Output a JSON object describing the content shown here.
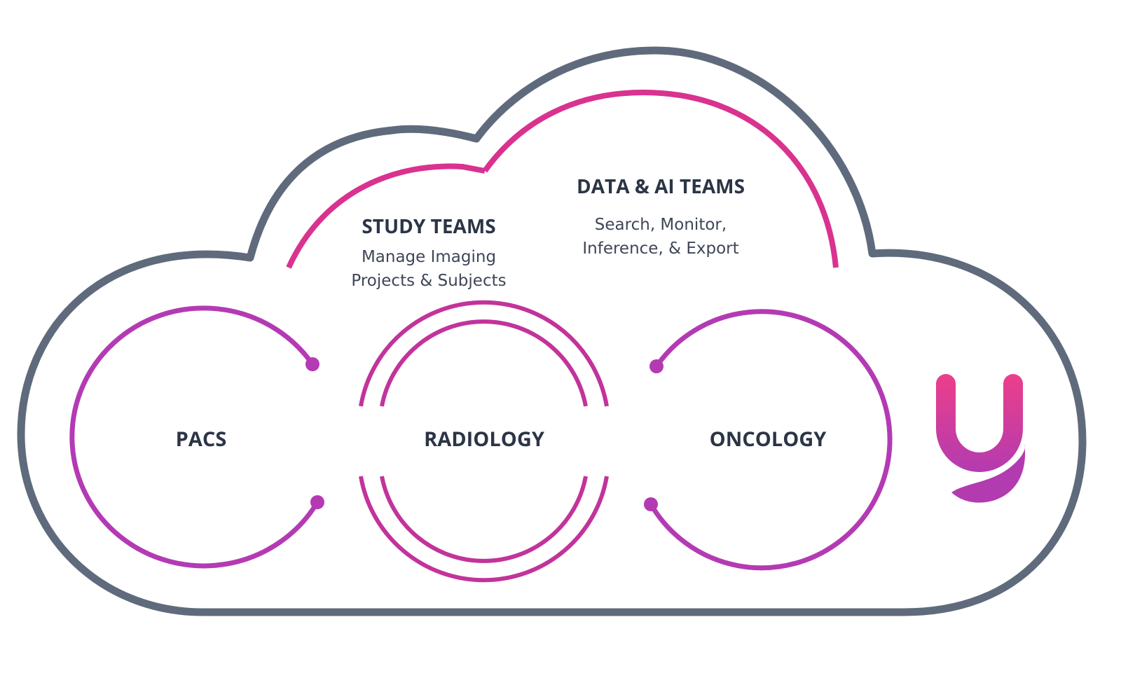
{
  "colors": {
    "cloud_outline": "#5f6b7c",
    "pink": "#d9328f",
    "magenta": "#c2339b",
    "purple": "#b43ab4",
    "text_dark": "#2b3545",
    "text_light": "#3e4656",
    "logo_top": "#ec3f8a",
    "logo_bottom": "#b33bb0"
  },
  "nodes": {
    "pacs": {
      "label": "PACS"
    },
    "radiology": {
      "label": "RADIOLOGY"
    },
    "oncology": {
      "label": "ONCOLOGY"
    }
  },
  "teams": {
    "study": {
      "title": "STUDY TEAMS",
      "line1": "Manage Imaging",
      "line2": "Projects & Subjects"
    },
    "data_ai": {
      "title": "DATA & AI TEAMS",
      "line1": "Search, Monitor,",
      "line2": "Inference, & Export"
    }
  },
  "logo": {
    "icon": "y-logo-icon"
  }
}
